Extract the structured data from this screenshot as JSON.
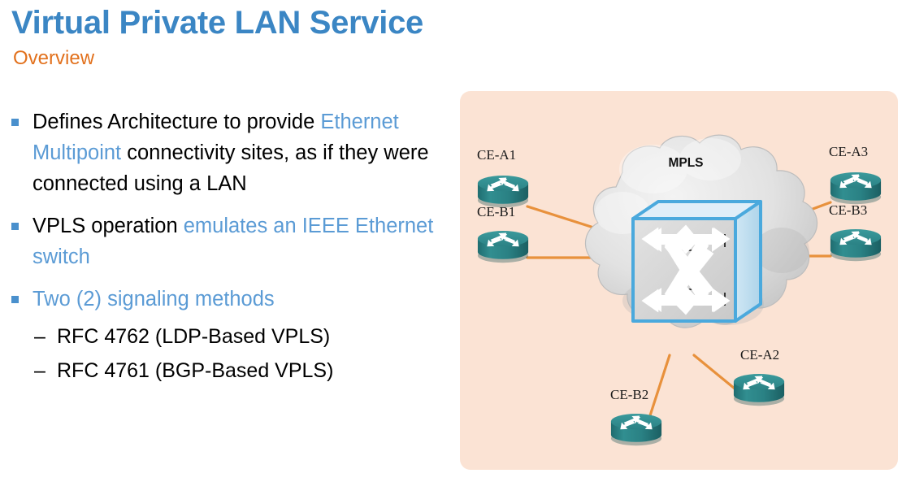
{
  "slide": {
    "title": "Virtual Private LAN Service",
    "subtitle": "Overview",
    "title_color": "#3b86c4",
    "subtitle_color": "#e2711d"
  },
  "bullets": [
    {
      "marker": "square-bullet",
      "segments": [
        {
          "text": "Defines Architecture to provide ",
          "color": "#000000"
        },
        {
          "text": "Ethernet Multipoint",
          "color": "#5b9bd5"
        },
        {
          "text": " connectivity sites, as if they were connected using a LAN",
          "color": "#000000"
        }
      ]
    },
    {
      "marker": "square-bullet",
      "segments": [
        {
          "text": "VPLS operation ",
          "color": "#000000"
        },
        {
          "text": "emulates an IEEE Ethernet switch",
          "color": "#5b9bd5"
        }
      ]
    },
    {
      "marker": "square-bullet",
      "segments": [
        {
          "text": "Two (2) signaling methods",
          "color": "#5b9bd5"
        }
      ],
      "subbullets": [
        {
          "marker": "–",
          "text": "RFC 4762  (LDP-Based VPLS)"
        },
        {
          "marker": "–",
          "text": "RFC 4761 (BGP-Based VPLS)"
        }
      ]
    }
  ],
  "diagram": {
    "panel_color": "#fbe3d4",
    "link_color": "#e8913c",
    "router_color": "#2e8a8c",
    "cloud_color": "#d9d9d9",
    "switch_outline_color": "#4aa9dd",
    "cloud_label": "MPLS",
    "nodes": [
      {
        "id": "ce-a1",
        "label": "CE-A1"
      },
      {
        "id": "ce-b1",
        "label": "CE-B1"
      },
      {
        "id": "ce-a3",
        "label": "CE-A3"
      },
      {
        "id": "ce-b3",
        "label": "CE-B3"
      },
      {
        "id": "ce-a2",
        "label": "CE-A2"
      },
      {
        "id": "ce-b2",
        "label": "CE-B2"
      }
    ]
  }
}
